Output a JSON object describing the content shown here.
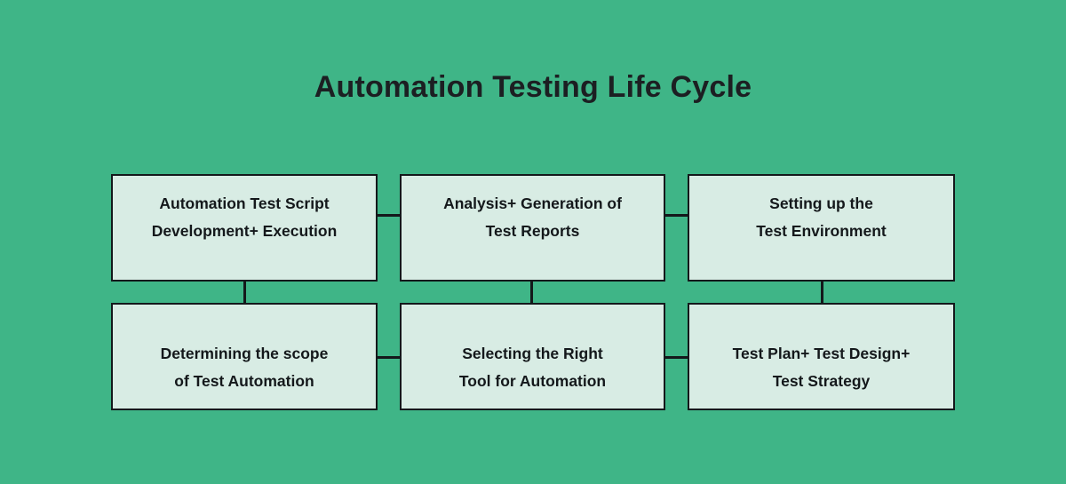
{
  "diagram": {
    "title": "Automation Testing Life Cycle",
    "background_color": "#3fb587",
    "node_fill_color": "#d8ece4",
    "node_border_color": "#14181b",
    "text_color": "#14181b",
    "nodes": [
      {
        "id": "automation-test-script-development-execution",
        "line1": "Automation Test Script",
        "line2": "Development+ Execution",
        "row": "top",
        "column": 1
      },
      {
        "id": "analysis-generation-of-test-reports",
        "line1": "Analysis+ Generation of",
        "line2": "Test Reports",
        "row": "top",
        "column": 2
      },
      {
        "id": "setting-up-the-test-environment",
        "line1": "Setting up the",
        "line2": "Test Environment",
        "row": "top",
        "column": 3
      },
      {
        "id": "determining-the-scope-of-test-automation",
        "line1": "Determining the scope",
        "line2": "of Test Automation",
        "row": "bottom",
        "column": 1
      },
      {
        "id": "selecting-the-right-tool-for-automation",
        "line1": "Selecting the Right",
        "line2": "Tool for Automation",
        "row": "bottom",
        "column": 2
      },
      {
        "id": "test-plan-test-design-test-strategy",
        "line1": "Test Plan+ Test Design+",
        "line2": "Test Strategy",
        "row": "bottom",
        "column": 3
      }
    ]
  }
}
